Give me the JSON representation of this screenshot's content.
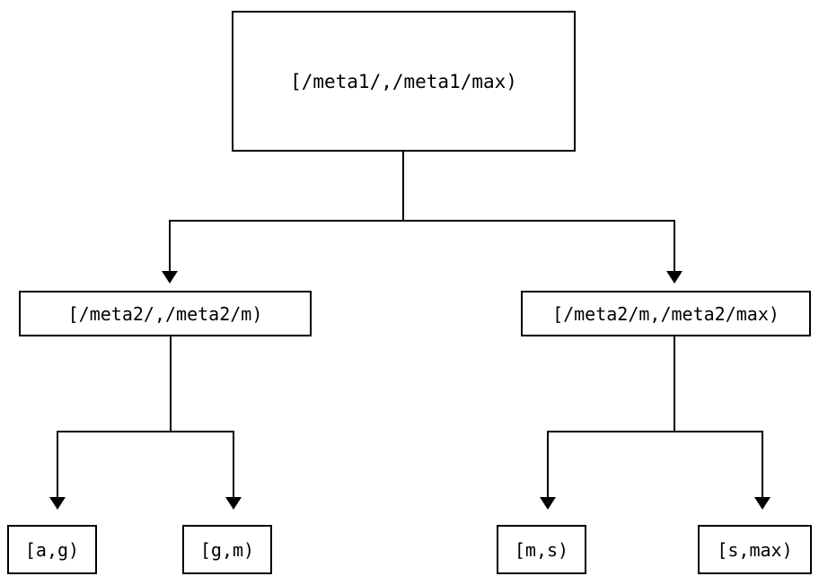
{
  "diagram": {
    "type": "range-partition-tree",
    "background_color": "#ffffff",
    "stroke_color": "#000000",
    "levels": [
      {
        "level": 0,
        "nodes": [
          {
            "id": "root",
            "label": "[/meta1/,/meta1/max)"
          }
        ]
      },
      {
        "level": 1,
        "nodes": [
          {
            "id": "mid-left",
            "label": "[/meta2/,/meta2/m)"
          },
          {
            "id": "mid-right",
            "label": "[/meta2/m,/meta2/max)"
          }
        ]
      },
      {
        "level": 2,
        "nodes": [
          {
            "id": "leaf-1",
            "label": "[a,g)"
          },
          {
            "id": "leaf-2",
            "label": "[g,m)"
          },
          {
            "id": "leaf-3",
            "label": "[m,s)"
          },
          {
            "id": "leaf-4",
            "label": "[s,max)"
          }
        ]
      }
    ],
    "edges": [
      {
        "from": "root",
        "to": "mid-left",
        "arrow": "down"
      },
      {
        "from": "root",
        "to": "mid-right",
        "arrow": "down"
      },
      {
        "from": "mid-left",
        "to": "leaf-1",
        "arrow": "down"
      },
      {
        "from": "mid-left",
        "to": "leaf-2",
        "arrow": "down"
      },
      {
        "from": "mid-right",
        "to": "leaf-3",
        "arrow": "down"
      },
      {
        "from": "mid-right",
        "to": "leaf-4",
        "arrow": "down"
      }
    ]
  }
}
